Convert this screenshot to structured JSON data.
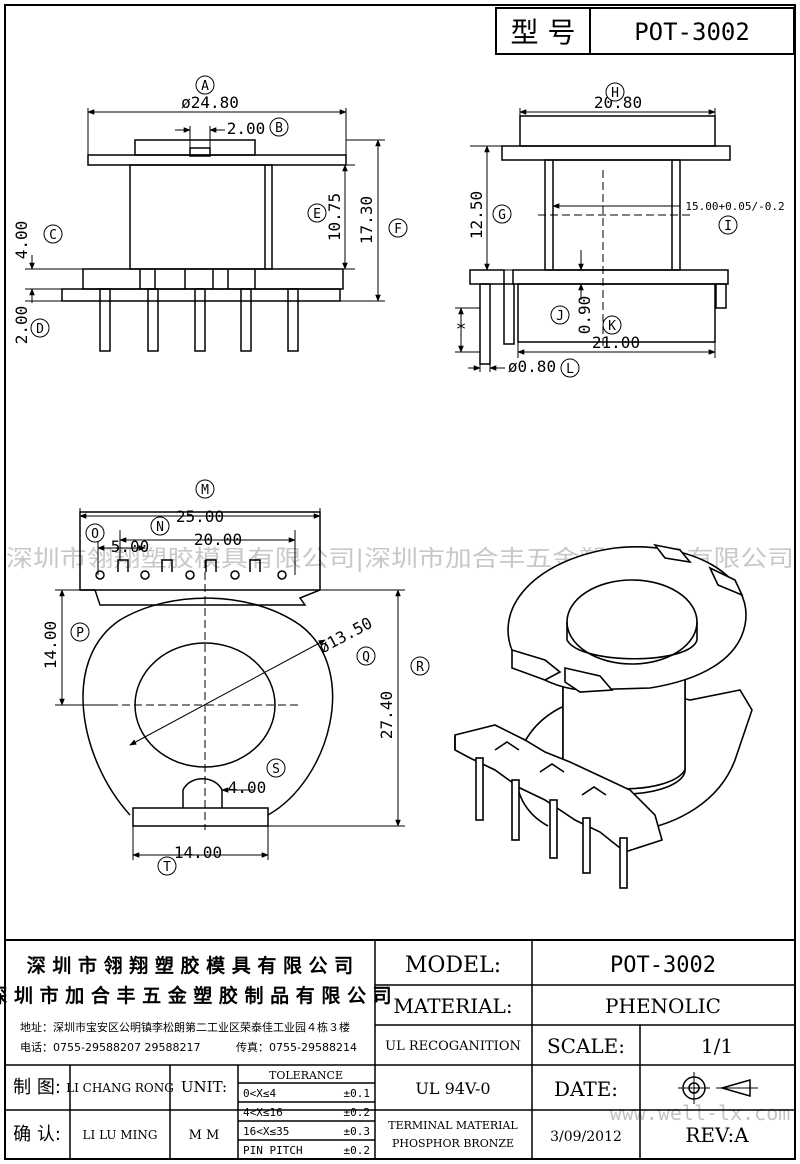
{
  "header": {
    "label": "型 号",
    "model": "POT-3002"
  },
  "watermark": "深圳市翎翔塑胶模具有限公司|深圳市加合丰五金塑胶制品有限公司",
  "watermark_url": "www.well-lx.com",
  "views": {
    "front": {
      "dims": {
        "a": "ø24.80",
        "b": "2.00",
        "c": "4.00",
        "d": "2.00",
        "e": "10.75",
        "f": "17.30"
      },
      "callouts": {
        "a": "A",
        "b": "B",
        "c": "C",
        "d": "D",
        "e": "E",
        "f": "F"
      }
    },
    "side": {
      "dims": {
        "h": "20.80",
        "g": "12.50",
        "i": "15.00+0.05/-0.2",
        "j": "0.90",
        "k": "21.00",
        "l": "ø0.80",
        "star": "*"
      },
      "callouts": {
        "h": "H",
        "g": "G",
        "i": "I",
        "j": "J",
        "k": "K",
        "l": "L"
      }
    },
    "bottom": {
      "dims": {
        "m": "25.00",
        "n": "20.00",
        "o": "5.00",
        "p": "14.00",
        "q": "ø13.50",
        "r": "27.40",
        "s": "4.00",
        "t": "14.00"
      },
      "callouts": {
        "m": "M",
        "n": "N",
        "o": "O",
        "p": "P",
        "q": "Q",
        "r": "R",
        "s": "S",
        "t": "T"
      }
    }
  },
  "titleblock": {
    "company1": "深 圳 市 翎 翔 塑 胶 模 具 有 限 公 司",
    "company2": "深 圳 市 加 合 丰 五 金 塑 胶 制 品 有 限 公 司",
    "address": "地址：深圳市宝安区公明镇李松朗第二工业区荣泰佳工业园４栋３楼",
    "phone": "电话：0755-29588207  29588217",
    "fax": "传真：0755-29588214",
    "model_label": "MODEL:",
    "model_value": "POT-3002",
    "material_label": "MATERIAL:",
    "material_value": "PHENOLIC",
    "ul_label": "UL RECOGANITION",
    "ul_value": "UL 94V-0",
    "scale_label": "SCALE:",
    "scale_value": "1/1",
    "date_label": "DATE:",
    "date_value": "3/09/2012",
    "terminal_line1": "TERMINAL MATERIAL",
    "terminal_line2": "PHOSPHOR  BRONZE",
    "rev_value": "REV:A",
    "drawn_label": "制 图:",
    "drawn_name": "LI CHANG RONG",
    "confirm_label": "确 认:",
    "confirm_name": "LI LU MING",
    "unit_label": "UNIT:",
    "unit_value": "M M",
    "tolerance_label": "TOLERANCE",
    "tolerance_rows": [
      {
        "range": "0<X≤4",
        "tol": "±0.1"
      },
      {
        "range": "4<X≤16",
        "tol": "±0.2"
      },
      {
        "range": "16<X≤35",
        "tol": "±0.3"
      },
      {
        "range": "PIN PITCH",
        "tol": "±0.2"
      }
    ]
  }
}
